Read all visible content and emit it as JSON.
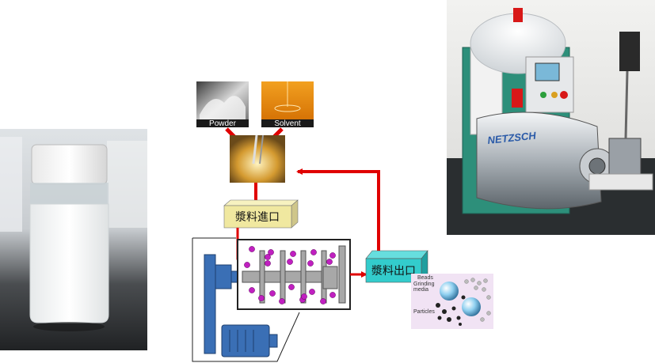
{
  "inputs": {
    "powder_label": "Powder",
    "solvent_label": "Solvent"
  },
  "flow": {
    "inlet_label": "漿料進口",
    "outlet_label": "漿料出口"
  },
  "inset": {
    "beads_label": "Beads",
    "grinding_media_label_line1": "Grinding",
    "grinding_media_label_line2": "media",
    "particles_label": "Particles"
  },
  "machine": {
    "brand_label": "NETZSCH"
  },
  "colors": {
    "arrow_red": "#e00000",
    "inlet_box": "#f0e8a0",
    "outlet_box": "#33cccc",
    "motor_blue": "#3a6fb5",
    "shaft_gray": "#a8a8a8",
    "bead_magenta": "#c020c0"
  }
}
